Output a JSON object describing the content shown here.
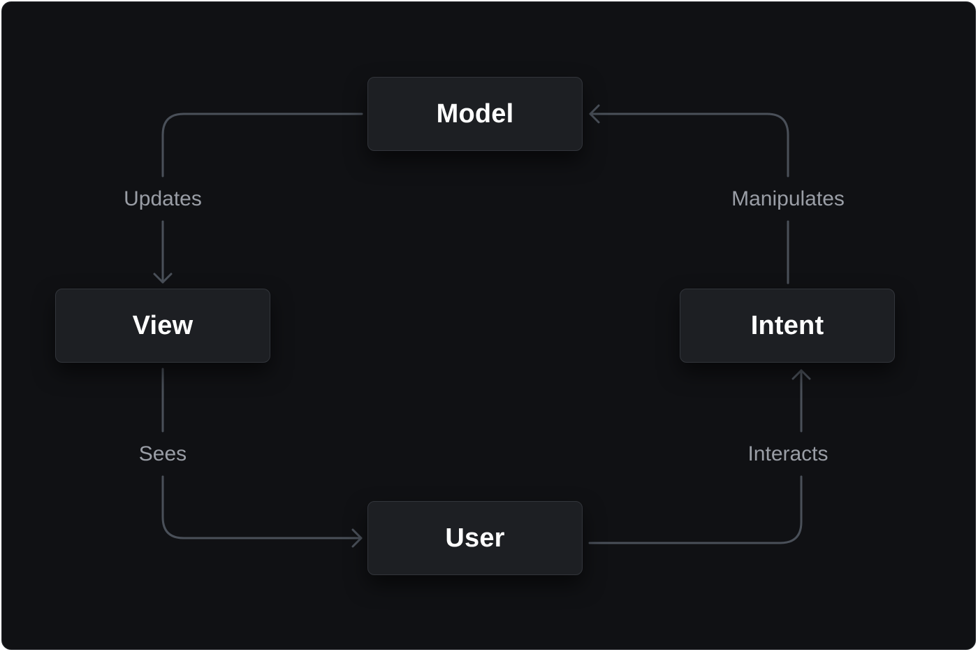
{
  "diagram": {
    "nodes": {
      "model": "Model",
      "view": "View",
      "intent": "Intent",
      "user": "User"
    },
    "edges": {
      "model_to_view": "Updates",
      "intent_to_model": "Manipulates",
      "view_to_user": "Sees",
      "user_to_intent": "Interacts"
    }
  },
  "colors": {
    "background": "#101114",
    "node_fill": "#1d1f23",
    "node_border": "#32353b",
    "connector": "#4a5059",
    "node_text": "#ffffff",
    "edge_text": "#9a9ea6"
  }
}
